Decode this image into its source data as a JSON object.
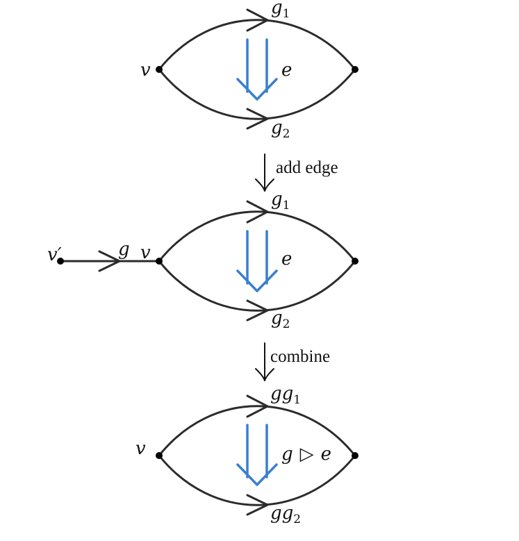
{
  "colors": {
    "edge": "#2b2b2b",
    "two_cell": "#3a7fd0",
    "text": "#111111"
  },
  "panel_top": {
    "vertex_label": "v",
    "upper_edge": {
      "base": "g",
      "sub": "1"
    },
    "lower_edge": {
      "base": "g",
      "sub": "2"
    },
    "two_cell_label": "e"
  },
  "step1": {
    "label": "add edge"
  },
  "panel_middle": {
    "vertex_label": "v",
    "new_vertex_label": "v′",
    "new_edge_label": "g",
    "upper_edge": {
      "base": "g",
      "sub": "1"
    },
    "lower_edge": {
      "base": "g",
      "sub": "2"
    },
    "two_cell_label": "e"
  },
  "step2": {
    "label": "combine"
  },
  "panel_bottom": {
    "vertex_label": "v",
    "upper_edge": {
      "base": "gg",
      "sub": "1"
    },
    "lower_edge": {
      "base": "gg",
      "sub": "2"
    },
    "two_cell_label": {
      "left": "g",
      "op": "▷",
      "right": "e"
    }
  }
}
